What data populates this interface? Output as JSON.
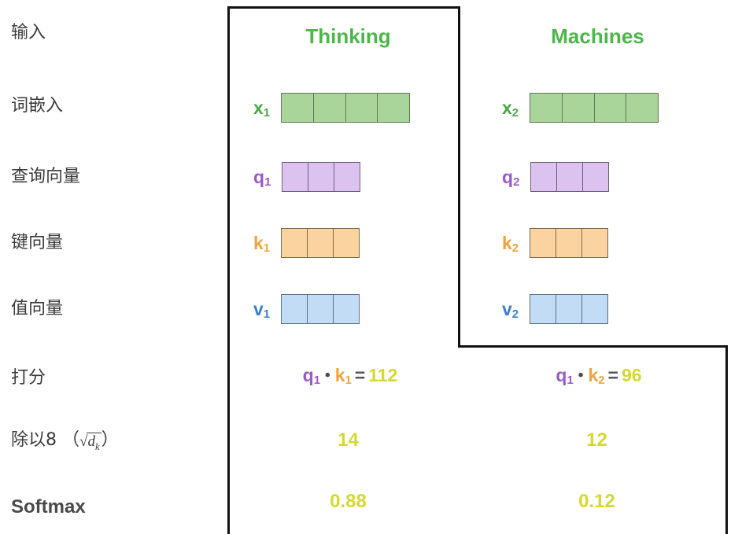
{
  "rows": [
    {
      "key": "input",
      "label": "输入",
      "latin": false
    },
    {
      "key": "embedding",
      "label": "词嵌入",
      "latin": false
    },
    {
      "key": "query",
      "label": "查询向量",
      "latin": false
    },
    {
      "key": "key",
      "label": "键向量",
      "latin": false
    },
    {
      "key": "value",
      "label": "值向量",
      "latin": false
    },
    {
      "key": "score",
      "label": "打分",
      "latin": false
    },
    {
      "key": "divide",
      "label": "除以8（",
      "latin": false,
      "math_prefix": "除以8 （",
      "math_var": "d",
      "math_sub": "k",
      "math_suffix": "）"
    },
    {
      "key": "softmax",
      "label": "Softmax",
      "latin": true
    }
  ],
  "columns": [
    {
      "title": "Thinking",
      "embedding_symbol": "x",
      "embedding_sub": "1",
      "embedding_cells": 4,
      "query_symbol": "q",
      "query_sub": "1",
      "query_cells": 3,
      "key_symbol": "k",
      "key_sub": "1",
      "key_cells": 3,
      "value_symbol": "v",
      "value_sub": "1",
      "value_cells": 3,
      "score_left_symbol": "q",
      "score_left_sub": "1",
      "score_op": "•",
      "score_right_symbol": "k",
      "score_right_sub": "1",
      "score_equals": "=",
      "score_value": "112",
      "divided_value": "14",
      "softmax_value": "0.88"
    },
    {
      "title": "Machines",
      "embedding_symbol": "x",
      "embedding_sub": "2",
      "embedding_cells": 4,
      "query_symbol": "q",
      "query_sub": "2",
      "query_cells": 3,
      "key_symbol": "k",
      "key_sub": "2",
      "key_cells": 3,
      "value_symbol": "v",
      "value_sub": "2",
      "value_cells": 3,
      "score_left_symbol": "q",
      "score_left_sub": "1",
      "score_op": "•",
      "score_right_symbol": "k",
      "score_right_sub": "2",
      "score_equals": "=",
      "score_value": "96",
      "divided_value": "12",
      "softmax_value": "0.12"
    }
  ],
  "colors": {
    "title_green": "#4bb748",
    "x_symbol": "#4aa845",
    "q_symbol": "#9b59c9",
    "k_symbol": "#f0a33c",
    "v_symbol": "#3a7fd5",
    "x_cell": "#a9d49a",
    "q_cell": "#dcc3ef",
    "k_cell": "#fbd3a0",
    "v_cell": "#c3dcf5",
    "number_yellow": "#d6d92c",
    "frame": "#111111",
    "label_text": "#3b3b3b"
  }
}
